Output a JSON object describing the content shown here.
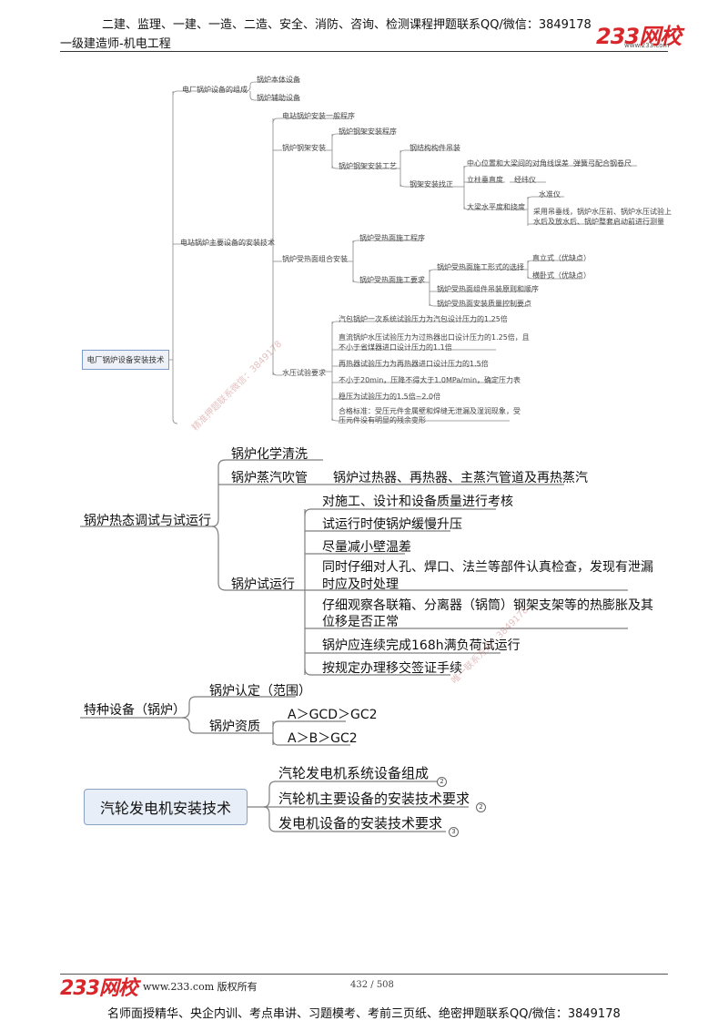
{
  "header": {
    "ad_line": "二建、监理、一建、一造、二造、安全、消防、咨询、检测课程押题联系QQ/微信：3849178",
    "subject": "一级建造师-机电工程",
    "logo_text": "233网校",
    "logo_url": "www.233.com"
  },
  "mindmap1": {
    "root": "电厂锅炉设备安装技术",
    "b1": {
      "label": "电厂锅炉设备的组成",
      "items": [
        "锅炉本体设备",
        "锅炉辅助设备"
      ]
    },
    "b2": {
      "label": "电站锅炉主要设备的安装技术",
      "c1": "电站锅炉安装一般程序",
      "c2": {
        "label": "锅炉钢架安装",
        "d1": "锅炉钢架安装程序",
        "d2": {
          "label": "锅炉钢架安装工艺",
          "e1": "钢结构构件吊装",
          "e2": {
            "label": "钢架安装找正",
            "f1": "中心位置和大梁间的对角线误差",
            "f1_note": "弹簧弓配合钢卷尺",
            "f2": "立柱垂直度",
            "f2_note": "经纬仪",
            "f3": "大梁水平度和挠度",
            "f3_n1": "水准仪",
            "f3_n2a": "采用吊垂线，锅炉水压前、锅炉水压试验上",
            "f3_n2b": "水后及放水后、锅炉整套启动前进行测量"
          }
        }
      },
      "c3": {
        "label": "锅炉受热面组合安装",
        "d1": "锅炉受热面施工程序",
        "d2": {
          "label": "锅炉受热面施工要求",
          "e1": "锅炉受热面施工形式的选择",
          "e1_a": "直立式（优缺点）",
          "e1_b": "横卧式（优缺点）",
          "e2": "锅炉受热面组件吊装原则和顺序",
          "e3": "锅炉受热面安装质量控制要点"
        }
      },
      "c4": {
        "label": "水压试验要求",
        "items": [
          "汽包锅炉一次系统试验压力为汽包设计压力的1.25倍",
          "直流锅炉水压试验压力为过热器出口设计压力的1.25倍，且",
          "不小于省煤器进口设计压力的1.1倍",
          "再热器试验压力为再热器进口设计压力的1.5倍",
          "不小于20min，压降不得大于1.0MPa/min，确定压力表",
          "稳压为试验压力的1.5倍~2.0倍",
          "合格标准：受压元件金属壁和焊缝无泄漏及湿润现象，受",
          "压元件没有明显的残余变形"
        ]
      }
    }
  },
  "mindmap2": {
    "root": "锅炉热态调试与试运行",
    "b1": "锅炉化学清洗",
    "b2": {
      "label": "锅炉蒸汽吹管",
      "item": "锅炉过热器、再热器、主蒸汽管道及再热蒸汽"
    },
    "b3": {
      "label": "锅炉试运行",
      "items": [
        "对施工、设计和设备质量进行考核",
        "试运行时使锅炉缓慢升压",
        "尽量减小壁温差",
        "同时仔细对人孔、焊口、法兰等部件认真检查，发现有泄漏",
        "时应及时处理",
        "仔细观察各联箱、分离器（锅筒）钢架支架等的热膨胀及其",
        "位移是否正常",
        "锅炉应连续完成168h满负荷试运行",
        "按规定办理移交签证手续"
      ]
    }
  },
  "mindmap3": {
    "root": "特种设备（锅炉）",
    "b1": "锅炉认定（范围）",
    "b2": {
      "label": "锅炉资质",
      "items": [
        "A＞GCD＞GC2",
        "A＞B＞GC2"
      ]
    }
  },
  "mindmap4": {
    "root": "汽轮发电机安装技术",
    "items": [
      {
        "label": "汽轮发电机系统设备组成",
        "badge": "2"
      },
      {
        "label": "汽轮机主要设备的安装技术要求",
        "badge": "2"
      },
      {
        "label": "发电机设备的安装技术要求",
        "badge": "3"
      }
    ]
  },
  "watermarks": [
    "精准押题联系微信：3849178",
    "唯一联系方式：3849178"
  ],
  "footer": {
    "logo_text": "233网校",
    "site": "www.233.com 版权所有",
    "page": "432 / 508",
    "ad_line": "名师面授精华、央企内训、考点串讲、习题模考、考前三页纸、绝密押题联系QQ/微信：3849178"
  },
  "colors": {
    "line": "#7f7f7f",
    "brand_red": "#d8262a",
    "node_border": "#7d9bc8"
  }
}
